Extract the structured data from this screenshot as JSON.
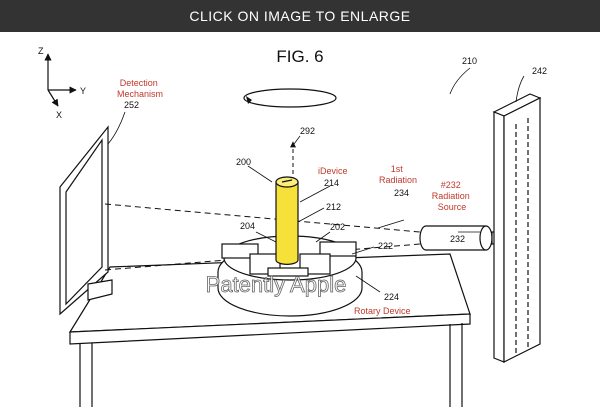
{
  "banner": {
    "text": "CLICK ON IMAGE TO ENLARGE"
  },
  "figure": {
    "title": "FIG. 6",
    "axes": {
      "z": "Z",
      "y": "Y",
      "x": "X"
    },
    "labels": {
      "detection_mechanism": [
        "Detection",
        "Mechanism"
      ],
      "ref_252": "252",
      "ref_210": "210",
      "ref_242": "242",
      "ref_292": "292",
      "ref_200": "200",
      "idevice": "iDevice",
      "ref_214": "214",
      "first_radiation": [
        "1st",
        "Radiation"
      ],
      "ref_234": "234",
      "radiation_source": [
        "#232",
        "Radiation",
        "Source"
      ],
      "ref_212": "212",
      "ref_204": "204",
      "ref_202": "202",
      "ref_222": "222",
      "ref_232": "232",
      "ref_224": "224",
      "rotary_device": "Rotary Device"
    },
    "watermark": "Patently Apple",
    "colors": {
      "accent_red": "#c0392b",
      "device_yellow": "#f5e13a",
      "banner_bg": "#333333"
    }
  }
}
